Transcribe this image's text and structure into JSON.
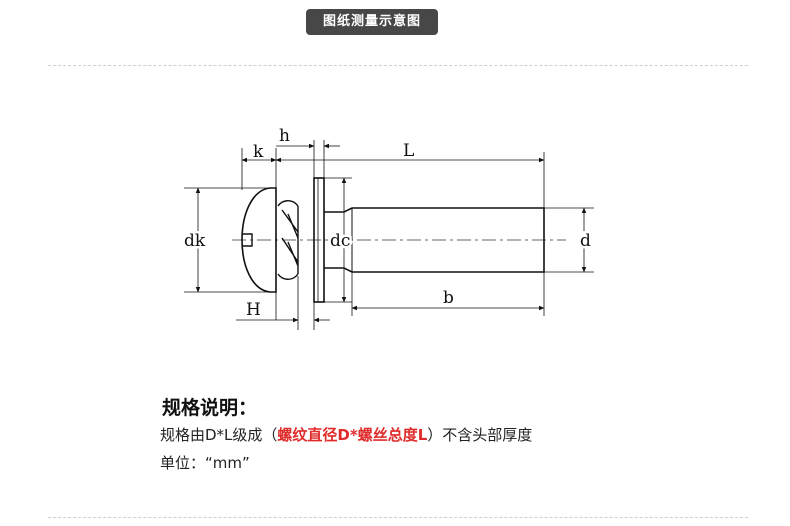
{
  "header": {
    "title": "图纸测量示意图"
  },
  "diagram": {
    "labels": {
      "k": "k",
      "h": "h",
      "L": "L",
      "dk": "dk",
      "dc": "dc",
      "d": "d",
      "H": "H",
      "b": "b"
    }
  },
  "spec": {
    "heading": "规格说明：",
    "line_prefix": "规格由D*L级成（",
    "line_highlight": "螺纹直径D*螺丝总度L",
    "line_suffix": "）不含头部厚度",
    "unit_label": "单位：",
    "unit_value": "“mm”"
  },
  "colors": {
    "badge": "#474747",
    "highlight": "#e02b2b"
  }
}
